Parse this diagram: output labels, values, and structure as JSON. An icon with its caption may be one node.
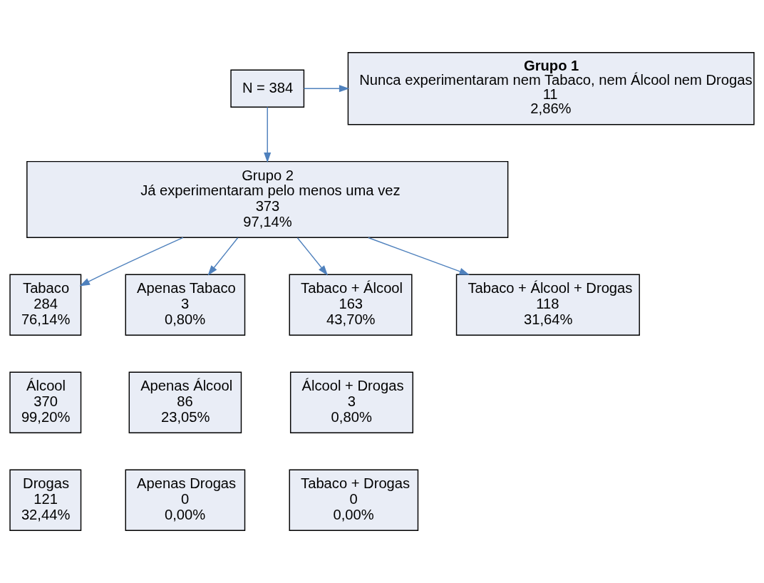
{
  "diagram": {
    "nodes": [
      {
        "text": [
          "N = 384"
        ]
      },
      {
        "text": [
          "Grupo 1",
          "Nunca experimentaram nem Tabaco, nem Álcool nem Drogas",
          "11",
          "2,86%"
        ]
      },
      {
        "text": [
          "Grupo 2",
          "Já experimentaram pelo menos uma vez",
          "373",
          "97,14%"
        ]
      },
      {
        "text": [
          "Tabaco",
          "284",
          "76,14%"
        ]
      },
      {
        "text": [
          "Apenas Tabaco",
          "3",
          "0,80%"
        ]
      },
      {
        "text": [
          "Tabaco + Álcool",
          "163",
          "43,70%"
        ]
      },
      {
        "text": [
          "Tabaco + Álcool + Drogas",
          "118",
          "31,64%"
        ]
      },
      {
        "text": [
          "Álcool",
          "370",
          "99,20%"
        ]
      },
      {
        "text": [
          "Apenas Álcool",
          "86",
          "23,05%"
        ]
      },
      {
        "text": [
          "Álcool + Drogas",
          "3",
          "0,80%"
        ]
      },
      {
        "text": [
          "Drogas",
          "121",
          "32,44%"
        ]
      },
      {
        "text": [
          "Apenas Drogas",
          "0",
          "0,00%"
        ]
      },
      {
        "text": [
          "Tabaco + Drogas",
          "0",
          "0,00%"
        ]
      }
    ],
    "edges": [
      {
        "from": 0,
        "to": 1,
        "arrow": "to"
      },
      {
        "from": 0,
        "to": 2,
        "arrow": "to"
      },
      {
        "from": 2,
        "to": 3,
        "arrow": "to"
      },
      {
        "from": 2,
        "to": 4,
        "arrow": "to"
      },
      {
        "from": 2,
        "to": 5,
        "arrow": "to"
      },
      {
        "from": 2,
        "to": 6,
        "arrow": "to"
      }
    ]
  }
}
